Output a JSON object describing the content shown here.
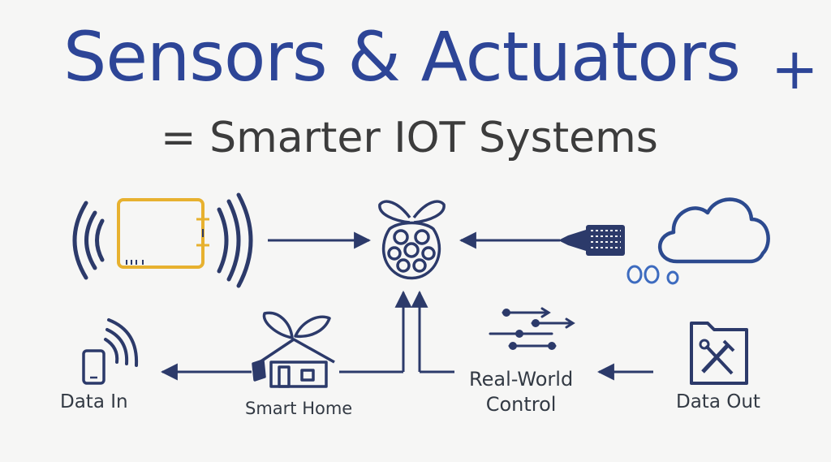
{
  "title": "Sensors & Actuators",
  "title_suffix": "+",
  "subtitle": "= Smarter IOT Systems",
  "nodes": {
    "sensor_board": {
      "icon": "sensor-board-icon"
    },
    "raspberry_pi": {
      "icon": "raspberry-pi-icon"
    },
    "probe": {
      "icon": "probe-sensor-icon"
    },
    "cloud": {
      "icon": "cloud-icon"
    },
    "data_in": {
      "label": "Data In",
      "icon": "phone-signal-icon"
    },
    "smart_home": {
      "label": "Smart Home",
      "icon": "house-leaves-icon"
    },
    "real_world_control": {
      "label_line1": "Real-World",
      "label_line2": "Control",
      "icon": "sliders-icon"
    },
    "data_out": {
      "label": "Data Out",
      "icon": "folder-tools-icon"
    }
  },
  "colors": {
    "primary": "#2d4597",
    "navy": "#2c3a6a",
    "accent": "#e7b12f",
    "text": "#3c3c3c",
    "background": "#f6f6f5"
  }
}
